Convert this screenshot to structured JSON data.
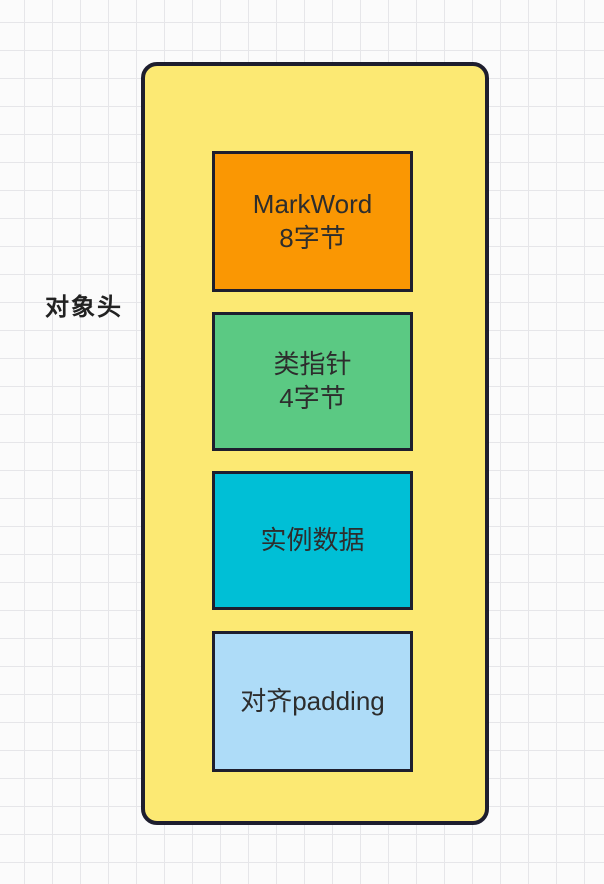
{
  "page": {
    "background_color": "#FBFBFB",
    "grid_line_color": "#E6E6E9"
  },
  "diagram": {
    "title_concept": "Java object memory layout",
    "ink_color": "#1E1E2E",
    "object_header_label": "对象头",
    "container": {
      "color": "#FCE973"
    },
    "boxes": {
      "markword": {
        "line1": "MarkWord",
        "line2": "8字节",
        "color": "#FA9703"
      },
      "class_pointer": {
        "line1": "类指针",
        "line2": "4字节",
        "color": "#5BC983"
      },
      "instance_data": {
        "line1": "实例数据",
        "line2": "",
        "color": "#00BFD6"
      },
      "align_padding": {
        "line1": "对齐padding",
        "line2": "",
        "color": "#AEDCF8"
      }
    }
  }
}
